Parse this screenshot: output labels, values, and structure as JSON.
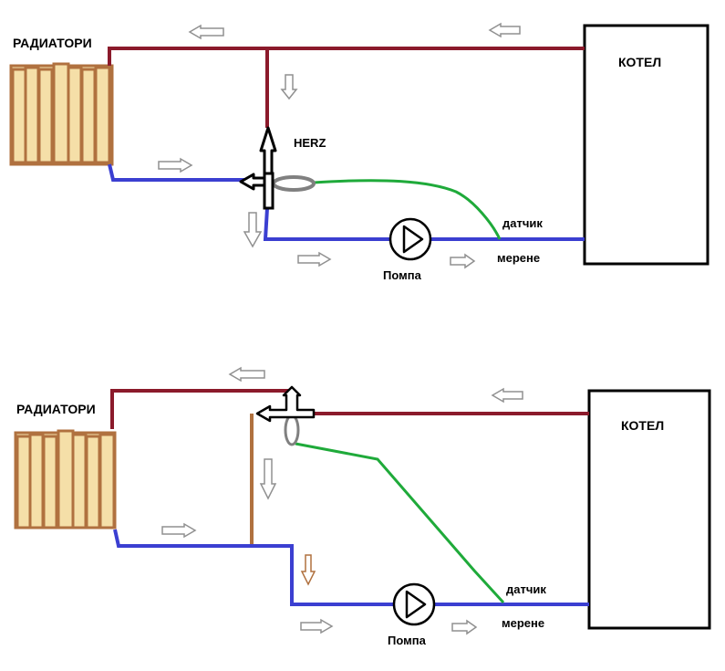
{
  "colors": {
    "supply": "#8B1A2B",
    "return": "#3B3FD1",
    "sensor": "#1FAA3A",
    "bypass": "#B0713F",
    "radiator_fill": "#F5DFA8",
    "radiator_stroke": "#B0713F",
    "valve_ring": "#808080",
    "arrow_outline": "#909090",
    "arrow_outline_brown": "#B0713F",
    "frame": "#000000"
  },
  "top": {
    "radiators_label": "РАДИАТОРИ",
    "boiler_label": "КОТЕЛ",
    "valve_label": "HERZ",
    "sensor_label": "датчик",
    "measure_label": "мерене",
    "pump_label": "Помпа"
  },
  "bottom": {
    "radiators_label": "РАДИАТОРИ",
    "boiler_label": "КОТЕЛ",
    "sensor_label": "датчик",
    "measure_label": "мерене",
    "pump_label": "Помпа"
  },
  "icons": {
    "pump": "pump-icon",
    "valve": "three-way-valve-icon",
    "flow_arrow": "flow-arrow-icon",
    "radiator": "radiator-icon"
  }
}
